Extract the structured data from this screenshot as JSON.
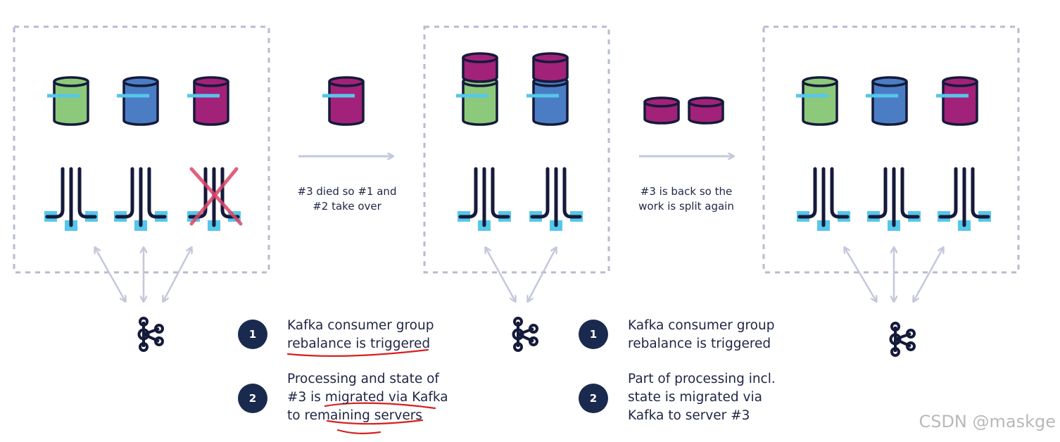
{
  "colors": {
    "green": "#8cc97a",
    "blue": "#4a7dc4",
    "purple": "#a2227a",
    "navy": "#151a3a",
    "cyan": "#56c6ea",
    "frame": "#b7bbd1",
    "arrow": "#c5c8dc",
    "underline": "#d62020",
    "cross": "#d9466a"
  },
  "captions": {
    "died": [
      "#3 died so #1 and",
      "#2 take over"
    ],
    "back": [
      "#3 is back so the",
      "work is split again"
    ]
  },
  "notes_left": [
    {
      "number": "1",
      "lines": [
        "Kafka consumer group",
        "rebalance is triggered"
      ]
    },
    {
      "number": "2",
      "lines": [
        "Processing and state of",
        "#3 is migrated via Kafka",
        "to remaining servers"
      ]
    }
  ],
  "notes_right": [
    {
      "number": "1",
      "lines": [
        "Kafka consumer group",
        "rebalance is triggered"
      ]
    },
    {
      "number": "2",
      "lines": [
        "Part of processing incl.",
        "state is migrated via",
        "Kafka to server #3"
      ]
    }
  ],
  "watermark": "CSDN @maskge"
}
